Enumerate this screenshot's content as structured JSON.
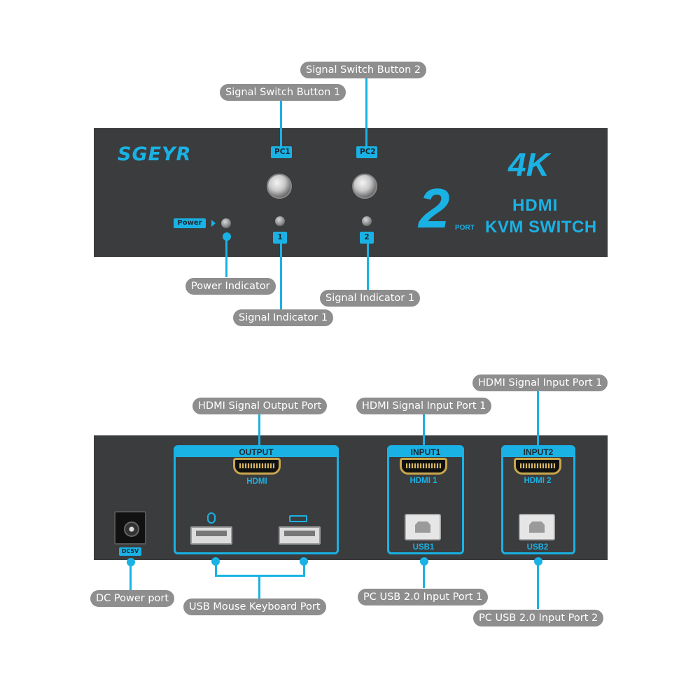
{
  "front": {
    "brand": "SGEYR",
    "pc1_tag": "PC1",
    "pc2_tag": "PC2",
    "power_tag": "Power",
    "ind1_tag": "1",
    "ind2_tag": "2",
    "big_number": "2",
    "port_word": "PORT",
    "res": "4K",
    "hdmi_word": "HDMI",
    "kvm_word": "KVM SWITCH"
  },
  "back": {
    "output_head": "OUTPUT",
    "output_hdmi": "HDMI",
    "input1_head": "INPUT1",
    "input1_hdmi": "HDMI 1",
    "input1_usb": "USB1",
    "input2_head": "INPUT2",
    "input2_hdmi": "HDMI 2",
    "input2_usb": "USB2",
    "dc_tag": "DC5V"
  },
  "callouts": {
    "switch_btn_2": "Signal Switch Button 2",
    "switch_btn_1": "Signal Switch Button 1",
    "power_ind": "Power Indicator",
    "signal_ind_a": "Signal Indicator 1",
    "signal_ind_b": "Signal Indicator 1",
    "hdmi_in_2_top": "HDMI Signal Input Port 1",
    "hdmi_out": "HDMI Signal Output Port",
    "hdmi_in_1": "HDMI Signal Input Port 1",
    "dc_power": "DC Power port",
    "usb_mk": "USB Mouse Keyboard Port",
    "pc_usb_1": "PC USB 2.0 Input Port 1",
    "pc_usb_2": "PC USB 2.0 Input Port 2"
  },
  "colors": {
    "accent": "#1ab2e4",
    "panel": "#3b3c3e",
    "callout_bg": "#8e8e8e"
  }
}
